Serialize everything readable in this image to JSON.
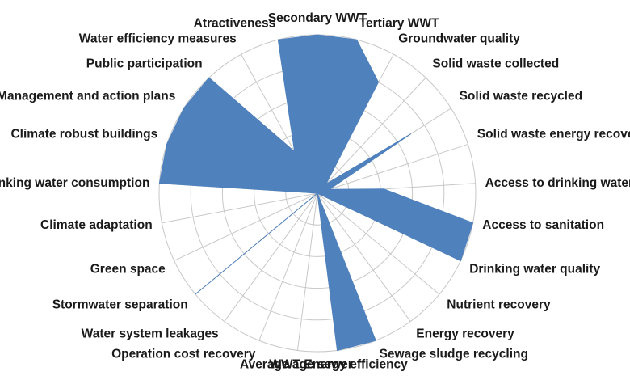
{
  "chart_data": {
    "type": "radar",
    "categories": [
      "Secondary WWT",
      "Tertiary WWT",
      "Groundwater quality",
      "Solid waste collected",
      "Solid waste recycled",
      "Solid waste energy recovery",
      "Access to drinking water",
      "Access to sanitation",
      "Drinking water quality",
      "Nutrient recovery",
      "Energy recovery",
      "Sewage sludge recycling",
      "WWT Energy efficiency",
      "Average age sewer",
      "Operation cost recovery",
      "Water system leakages",
      "Stormwater separation",
      "Green space",
      "Climate adaptation",
      "Drinking water consumption",
      "Climate robust buildings",
      "Management and action plans",
      "Public participation",
      "Water efficiency measures",
      "Atractiveness"
    ],
    "values": [
      1.0,
      1.0,
      0.8,
      0.08,
      0.7,
      0.08,
      0.42,
      1.0,
      1.0,
      0.0,
      0.0,
      1.0,
      1.0,
      0.0,
      0.0,
      0.0,
      1.0,
      0.0,
      0.0,
      1.0,
      1.0,
      1.0,
      1.0,
      0.3,
      1.0
    ],
    "range": [
      0,
      1
    ],
    "rings": 5,
    "grid": true,
    "fill_color": "#4f81bd",
    "grid_color": "#c8c8c8"
  }
}
